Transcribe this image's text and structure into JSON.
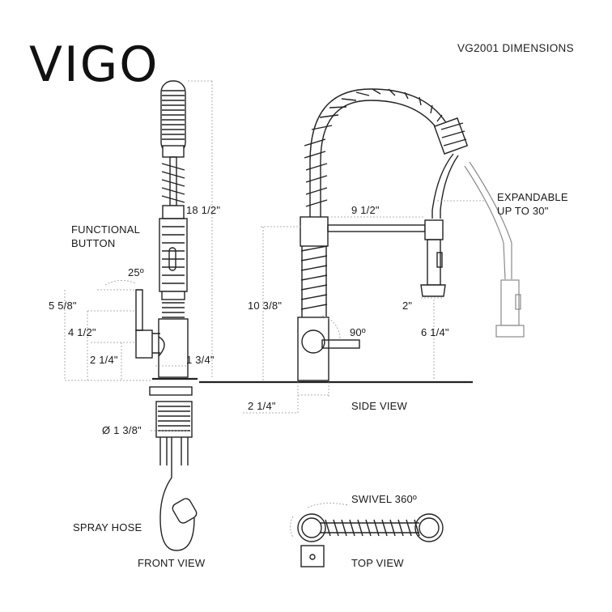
{
  "brand": "VIGO",
  "title": "VG2001 DIMENSIONS",
  "labels": {
    "height_total": "18 1/2\"",
    "functional_button_1": "FUNCTIONAL",
    "functional_button_2": "BUTTON",
    "angle_handle": "25º",
    "height_handle_top": "5 5/8\"",
    "height_handle_mid": "4 1/2\"",
    "height_handle_base": "2 1/4\"",
    "base_dia_front": "1 3/4\"",
    "hole_dia": "Ø 1 3/8\"",
    "spray_hose": "SPRAY HOSE",
    "front_view": "FRONT VIEW",
    "reach": "9 1/2\"",
    "height_spout": "10 3/8\"",
    "sprayer_dia": "2\"",
    "sprayer_clearance": "6 1/4\"",
    "angle_90": "90º",
    "base_width_side": "2 1/4\"",
    "side_view": "SIDE VIEW",
    "expandable_1": "EXPANDABLE",
    "expandable_2": "UP TO 30\"",
    "swivel": "SWIVEL 360º",
    "top_view": "TOP VIEW"
  }
}
